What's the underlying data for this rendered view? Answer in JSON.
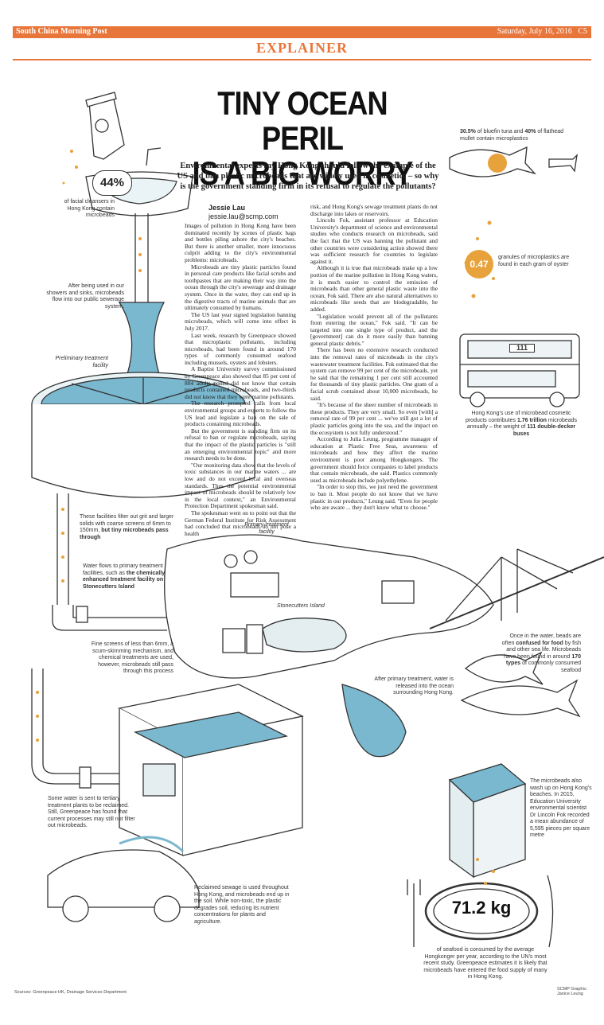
{
  "masthead": {
    "paper": "South China Morning Post",
    "date": "Saturday, July 16, 2016",
    "page": "C5"
  },
  "section": "EXPLAINER",
  "headline": {
    "line1": "TINY OCEAN PERIL",
    "line2": "IS A BIG WORRY"
  },
  "standfirst": "Environmental experts say Hong Kong should follow the example of the US and ban plastic microbeads that are widely used in cosmetics – so why is the government standing firm in its refusal to regulate the pollutants?",
  "byline": {
    "name": "Jessie Lau",
    "email": "jessie.lau@scmp.com"
  },
  "article": {
    "col1": [
      "Images of pollution in Hong Kong have been dominated recently by scenes of plastic bags and bottles piling ashore the city's beaches. But there is another smaller, more innocuous culprit adding to the city's environmental problems: microbeads.",
      "Microbeads are tiny plastic particles found in personal care products like facial scrubs and toothpastes that are making their way into the ocean through the city's sewerage and drainage system. Once in the water, they can end up in the digestive tracts of marine animals that are ultimately consumed by humans.",
      "The US last year signed legislation banning microbeads, which will come into effect in July 2017.",
      "Last week, research by Greenpeace showed that microplastic pollutants, including microbeads, had been found in around 170 types of commonly consumed seafood including mussels, oysters and lobsters.",
      "A Baptist University survey commissioned by Greenpeace also showed that 85 per cent of 804 adults polled did not know that certain products contained microbeads, and two-thirds did not know that they were marine pollutants.",
      "The research prompted calls from local environmental groups and experts to follow the US lead and legislate a ban on the sale of products containing microbeads.",
      "But the government is standing firm on its refusal to ban or regulate microbeads, saying that the impact of the plastic particles is \"still an emerging environmental topic\" and more research needs to be done.",
      "\"Our monitoring data show that the levels of toxic substances in our marine waters ... are low and do not exceed local and overseas standards. Thus the potential environmental impact of microbeads should be relatively low in the local context,\" an Environmental Protection Department spokesman said.",
      "The spokesman went on to point out that the German Federal Institute for Risk Assessment had concluded that microbeads do not pose a health"
    ],
    "col2": [
      "risk, and Hong Kong's sewage treatment plants do not discharge into lakes or reservoirs.",
      "Lincoln Fok, assistant professor at Education University's department of science and environmental studies who conducts research on microbeads, said the fact that the US was banning the pollutant and other countries were considering action showed there was sufficient research for countries to legislate against it.",
      "Although it is true that microbeads make up a low portion of the marine pollution in Hong Kong waters, it is much easier to control the emission of microbeads than other general plastic waste into the ocean, Fok said. There are also natural alternatives to microbeads like seeds that are biodegradable, he added.",
      "\"Legislation would prevent all of the pollutants from entering the ocean,\" Fok said. \"It can be targeted into one single type of product, and the [government] can do it more easily than banning general plastic debris.\"",
      "There has been no extensive research conducted into the removal rates of microbeads in the city's wastewater treatment facilities. Fok estimated that the system can remove 99 per cent of the microbeads, yet he said that the remaining 1 per cent still accounted for thousands of tiny plastic particles. One gram of a facial scrub contained about 10,000 microbeads, he said.",
      "\"It's because of the sheer number of microbeads in these products. They are very small. So even [with] a removal rate of 99 per cent ... we've still got a lot of plastic particles going into the sea, and the impact on the ecosystem is not fully understood.\"",
      "According to Julia Leung, programme manager of education at Plastic Free Seas, awareness of microbeads and how they affect the marine environment is poor among Hongkongers. The government should force companies to label products that contain microbeads, she said. Plastics commonly used as microbeads include polyethylene.",
      "\"In order to stop this, we just need the government to ban it. Most people do not know that we have plastic in our products,\" Leung said. \"Even for people who are aware ... they don't know what to choose.\""
    ]
  },
  "captions": {
    "pct_value": "44%",
    "pct_text": "of facial cleansers in Hong Kong contain microbeads",
    "showers": "After being used in our showers and sinks, microbeads flow into our public sewerage system.",
    "preliminary": "Preliminary treatment facility",
    "grit_pre": "These facilities filter out grit and larger solids with coarse screens of 6mm to 150mm, ",
    "grit_bold": "but tiny microbeads pass through",
    "flows_pre": "Water flows to primary treatment facilities, such as ",
    "flows_bold": "the chemically enhanced treatment facility on Stonecutters Island",
    "fine_screens": "Fine screens of less than 6mm, a scum-skimming mechanism, and chemical treatments are used, however, microbeads still pass through this process",
    "tertiary": "Some water is sent to tertiary treatment plants to be reclaimed. Still, Greenpeace has found that current processes may still not filter out microbeads.",
    "reclaimed": "Reclaimed sewage  is used throughout Hong Kong, and microbeads end up in the soil. While non-toxic, the plastic degrades soil, reducing its nutrient concentrations for plants and agriculture.",
    "primary_facility": "Primary treatment facility",
    "stonecutters": "Stonecutters Island",
    "released": "After primary treatment, water is released into the ocean surrounding Hong Kong.",
    "fish_a": "30.5%",
    "fish_b": " of bluefin tuna and ",
    "fish_c": "40%",
    "fish_d": " of flathead mullet contain microplastics",
    "oyster_value": "0.47",
    "oyster_text": "granules of microplastics are found in each gram of oyster",
    "bus_number": "111",
    "bus_pre": "Hong Kong's use of microbead cosmetic products contributes ",
    "bus_b1": "1.76 trillion",
    "bus_mid": " microbeads annually – the weight of ",
    "bus_b2": "111 double-decker buses",
    "water_pre": "Once in the water, beads are often ",
    "water_b1": "confused for food",
    "water_mid": " by fish and other sea life. Microbeads have been found in around ",
    "water_b2": "170 types",
    "water_post": " of commonly consumed seafood",
    "beach": "The microbeads also wash up on Hong Kong's beaches. In 2015, Education University environmental scientist Dr Lincoln Fok recorded a mean abundance of 5,595 pieces per square metre",
    "seafood_value": "71.2 kg",
    "seafood_text": "of seafood is consumed by the average Hongkonger per year, according to the UN's most recent study. Greenpeace estimates it is likely that microbeads have entered the food supply of many in Hong Kong."
  },
  "footer": {
    "sources": "Sources: Greenpeace HK, Drainage Services Department",
    "credit1": "SCMP Graphic:",
    "credit2": "Janice Leung"
  },
  "colors": {
    "accent": "#e8763b",
    "water": "#7ab8cf",
    "bead": "#e8a23b",
    "line": "#333333"
  }
}
